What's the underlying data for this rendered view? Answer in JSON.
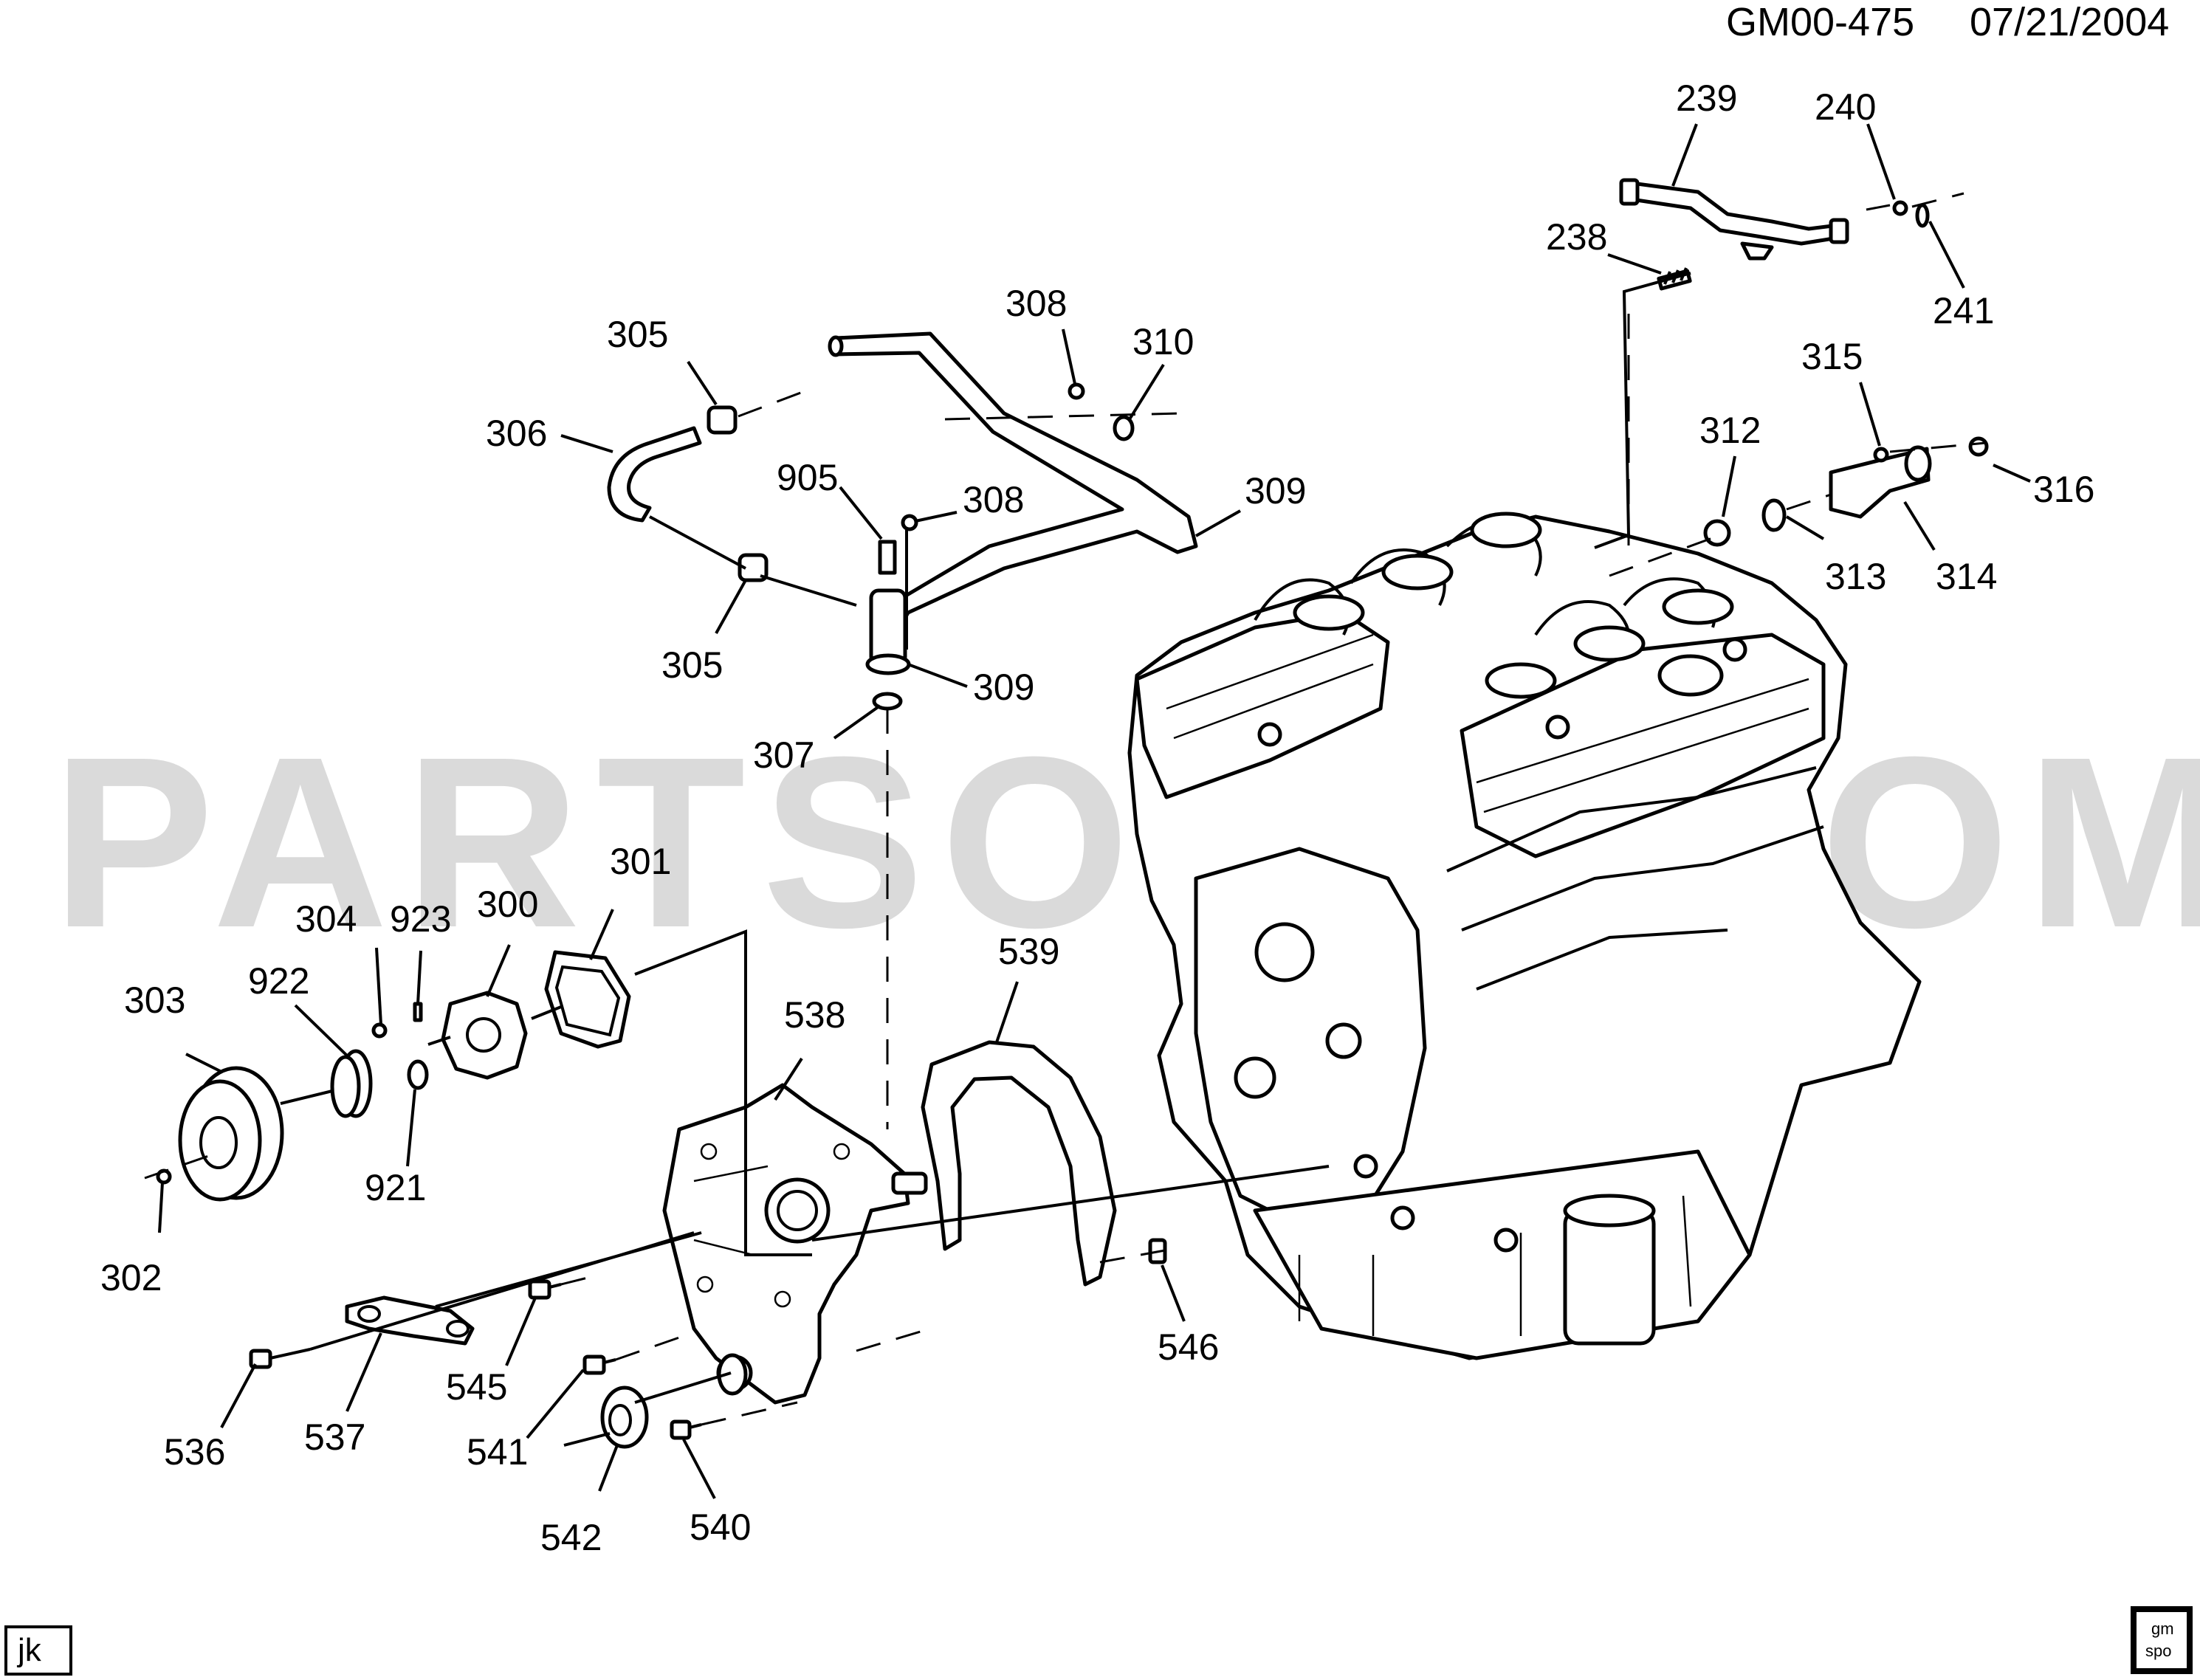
{
  "header": {
    "code": "GM00-475",
    "date": "07/21/2004"
  },
  "watermark": "PARTSOUQ.COM",
  "corner_tag": "jk",
  "logo": {
    "line1": "gm",
    "line2": "spo"
  },
  "callouts": [
    {
      "id": "239",
      "text": "239"
    },
    {
      "id": "240",
      "text": "240"
    },
    {
      "id": "238",
      "text": "238"
    },
    {
      "id": "241",
      "text": "241"
    },
    {
      "id": "308a",
      "text": "308"
    },
    {
      "id": "310",
      "text": "310"
    },
    {
      "id": "305a",
      "text": "305"
    },
    {
      "id": "306",
      "text": "306"
    },
    {
      "id": "315",
      "text": "315"
    },
    {
      "id": "312",
      "text": "312"
    },
    {
      "id": "316",
      "text": "316"
    },
    {
      "id": "905",
      "text": "905"
    },
    {
      "id": "308b",
      "text": "308"
    },
    {
      "id": "309a",
      "text": "309"
    },
    {
      "id": "313",
      "text": "313"
    },
    {
      "id": "314",
      "text": "314"
    },
    {
      "id": "305b",
      "text": "305"
    },
    {
      "id": "309b",
      "text": "309"
    },
    {
      "id": "307",
      "text": "307"
    },
    {
      "id": "301",
      "text": "301"
    },
    {
      "id": "304",
      "text": "304"
    },
    {
      "id": "923",
      "text": "923"
    },
    {
      "id": "300",
      "text": "300"
    },
    {
      "id": "539",
      "text": "539"
    },
    {
      "id": "303",
      "text": "303"
    },
    {
      "id": "922",
      "text": "922"
    },
    {
      "id": "538",
      "text": "538"
    },
    {
      "id": "921",
      "text": "921"
    },
    {
      "id": "302",
      "text": "302"
    },
    {
      "id": "546",
      "text": "546"
    },
    {
      "id": "545",
      "text": "545"
    },
    {
      "id": "536",
      "text": "536"
    },
    {
      "id": "537",
      "text": "537"
    },
    {
      "id": "541",
      "text": "541"
    },
    {
      "id": "542",
      "text": "542"
    },
    {
      "id": "540",
      "text": "540"
    }
  ]
}
